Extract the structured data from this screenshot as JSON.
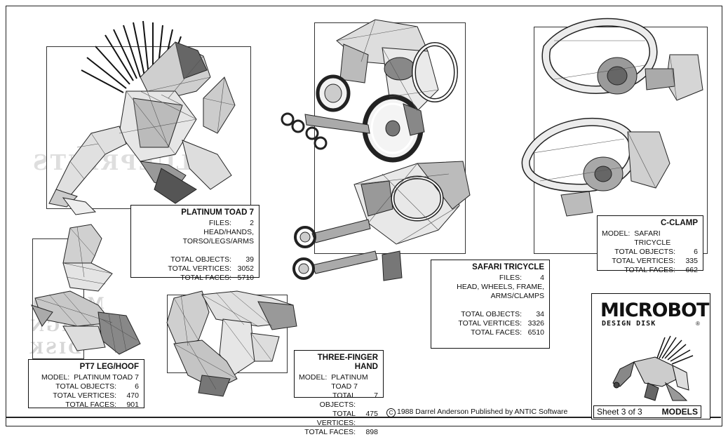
{
  "platinum_toad": {
    "title": "PLATINUM TOAD 7",
    "files_label": "FILES:",
    "files_value": "2",
    "files_list": "HEAD/HANDS, TORSO/LEGS/ARMS",
    "objects_label": "TOTAL OBJECTS:",
    "objects_value": "39",
    "vertices_label": "TOTAL VERTICES:",
    "vertices_value": "3052",
    "faces_label": "TOTAL FACES:",
    "faces_value": "5710"
  },
  "safari_tricycle": {
    "title": "SAFARI TRICYCLE",
    "files_label": "FILES:",
    "files_value": "4",
    "files_list_1": "HEAD, WHEELS, FRAME,",
    "files_list_2": "ARMS/CLAMPS",
    "objects_label": "TOTAL OBJECTS:",
    "objects_value": "34",
    "vertices_label": "TOTAL VERTICES:",
    "vertices_value": "3326",
    "faces_label": "TOTAL FACES:",
    "faces_value": "6510"
  },
  "c_clamp": {
    "title": "C-CLAMP",
    "model_label": "MODEL:",
    "model_value": "SAFARI TRICYCLE",
    "objects_label": "TOTAL OBJECTS:",
    "objects_value": "6",
    "vertices_label": "TOTAL VERTICES:",
    "vertices_value": "335",
    "faces_label": "TOTAL FACES:",
    "faces_value": "662"
  },
  "pt7_leg": {
    "title": "PT7 LEG/HOOF",
    "model_label": "MODEL:",
    "model_value": "PLATINUM TOAD 7",
    "objects_label": "TOTAL OBJECTS:",
    "objects_value": "6",
    "vertices_label": "TOTAL VERTICES:",
    "vertices_value": "470",
    "faces_label": "TOTAL FACES:",
    "faces_value": "901"
  },
  "three_finger_hand": {
    "title": "THREE-FINGER HAND",
    "model_label": "MODEL:",
    "model_value": "PLATINUM TOAD 7",
    "objects_label": "TOTAL OBJECTS:",
    "objects_value": "7",
    "vertices_label": "TOTAL VERTICES:",
    "vertices_value": "475",
    "faces_label": "TOTAL FACES:",
    "faces_value": "898"
  },
  "logo": {
    "word": "MICROBOT",
    "sub": "DESIGN DISK",
    "mark": "®"
  },
  "ghost_text": {
    "blueprints": "BLUEPRINTS",
    "micro": "MICRO",
    "design": "DESIGN",
    "disk": "DISK"
  },
  "footer": {
    "copyright_symbol": "C",
    "credit": "1988 Darrel Anderson   Published by ANTIC Software",
    "sheet": "Sheet 3 of 3",
    "section": "MODELS"
  }
}
